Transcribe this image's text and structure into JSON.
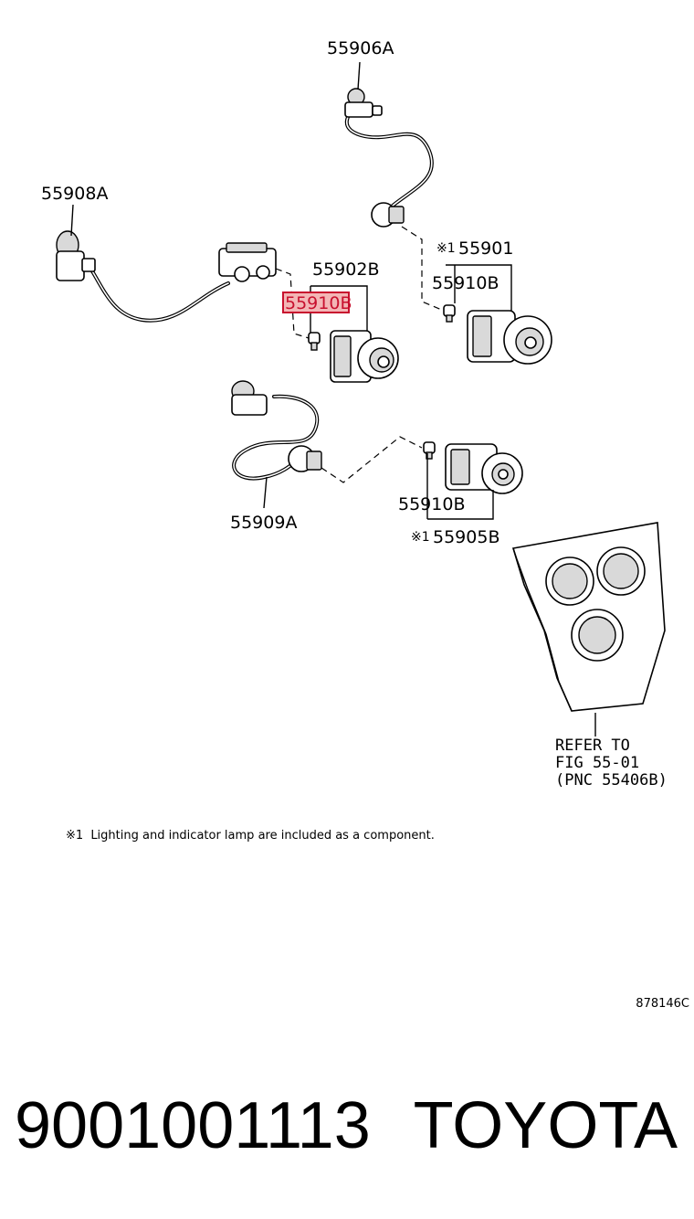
{
  "labels": {
    "l55906A": "55906A",
    "l55908A": "55908A",
    "l55901": "55901",
    "l55910B_right": "55910B",
    "l55902B": "55902B",
    "l55910B_highlight": "55910B",
    "l55910B_lower": "55910B",
    "l55909A": "55909A",
    "l55905B": "55905B",
    "ref_line1": "REFER TO",
    "ref_line2": "FIG 55-01",
    "ref_line3": "(PNC 55406B)"
  },
  "footnote": {
    "marker": "※1",
    "text": "Lighting and indicator lamp are included as a component."
  },
  "illustration_code": "878146C",
  "part_number": "9001001113",
  "brand": "TOYOTA",
  "colors": {
    "highlight_border": "#c8102e",
    "highlight_fill": "#f3b6b6"
  }
}
